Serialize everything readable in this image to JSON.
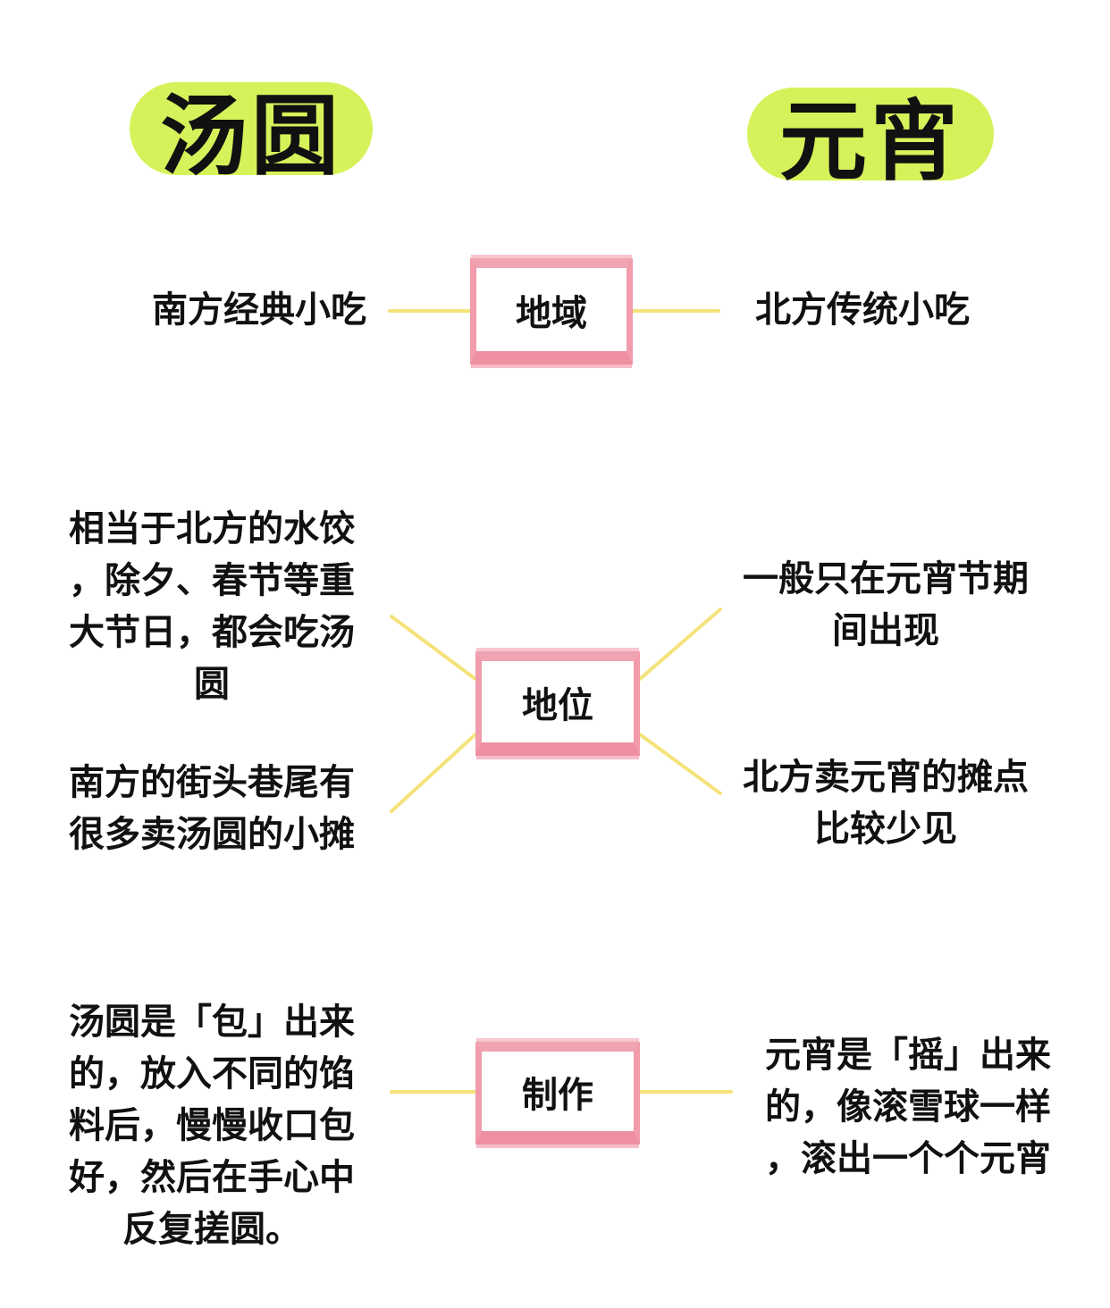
{
  "colors": {
    "title_pill": "#d6f25a",
    "box_border": "#f0a3b1",
    "connector": "#f5e27a"
  },
  "titles": {
    "left": "汤圆",
    "right": "元宵"
  },
  "sections": {
    "region": {
      "label": "地域",
      "left": "南方经典小吃",
      "right": "北方传统小吃"
    },
    "status": {
      "label": "地位",
      "left_1": "相当于北方的水饺\n，除夕、春节等重\n大节日，都会吃汤\n圆",
      "left_2": "南方的街头巷尾有\n很多卖汤圆的小摊",
      "right_1": "一般只在元宵节期\n间出现",
      "right_2": "北方卖元宵的摊点\n比较少见"
    },
    "making": {
      "label": "制作",
      "left": "汤圆是「包」出来\n的，放入不同的馅\n料后，慢慢收口包\n好，然后在手心中\n反复搓圆。",
      "right": "元宵是「摇」出来\n的，像滚雪球一样\n，滚出一个个元宵"
    }
  }
}
